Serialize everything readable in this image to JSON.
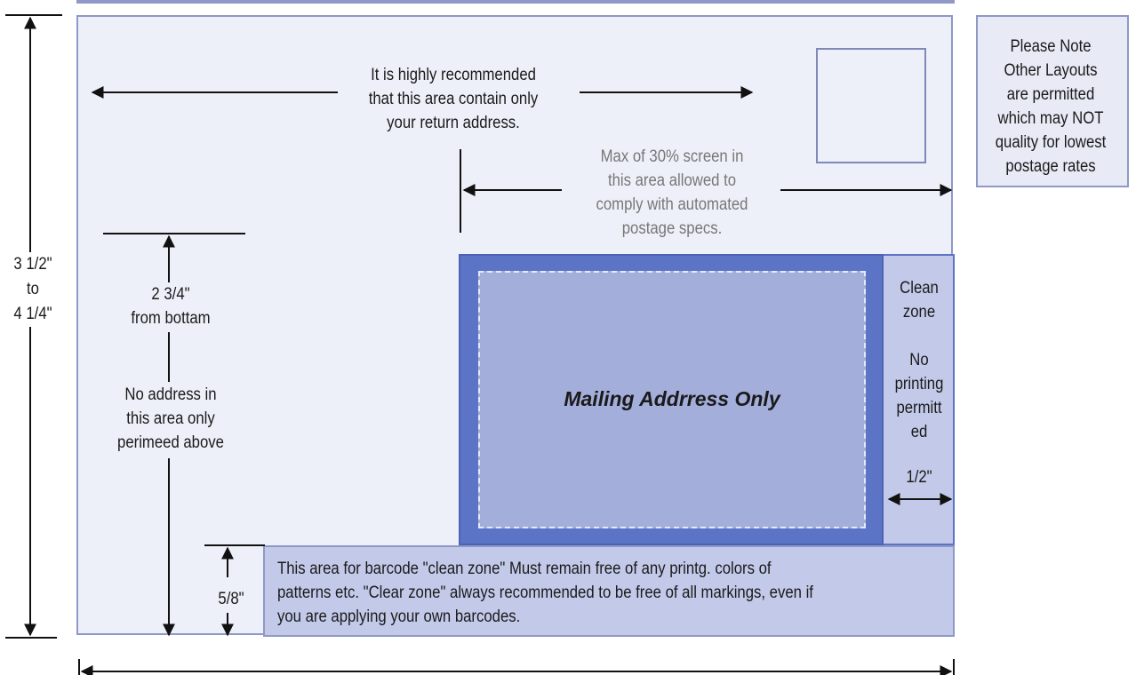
{
  "return_area_note": [
    "It is highly recommended",
    "that this area contain only",
    "your return address."
  ],
  "screen_note": [
    "Max of 30% screen in",
    "this area allowed to",
    "comply with automated",
    "postage specs."
  ],
  "layout_note": [
    "Please Note",
    "Other Layouts",
    "are permitted",
    "which may NOT",
    "quality for lowest",
    "postage rates"
  ],
  "height_label": [
    "3 1/2\"",
    "to",
    "4 1/4\""
  ],
  "from_bottom_label": [
    "2 3/4\"",
    "from bottam"
  ],
  "no_address_note": [
    "No address in",
    "this area only",
    "perimeed above"
  ],
  "mailing_address_label": "Mailing Addrress Only",
  "clean_zone_note": [
    "Clean",
    "zone",
    "",
    "No",
    "printing",
    "permitt",
    "ed"
  ],
  "half_inch_label": "1/2\"",
  "five_eighths_label": "5/8\"",
  "barcode_note": [
    "This area for barcode \"clean zone\" Must remain free of any printg. colors of",
    "patterns etc. \"Clear zone\" always recommended to be free of all markings, even if",
    "you are applying your own barcodes."
  ],
  "colors": {
    "card_fill": "#eef0f9",
    "card_border": "#8f98c6",
    "mail_zone": "#5b74c6",
    "mail_inner": "#a4aedb",
    "clean_zone": "#c3c9e9"
  }
}
